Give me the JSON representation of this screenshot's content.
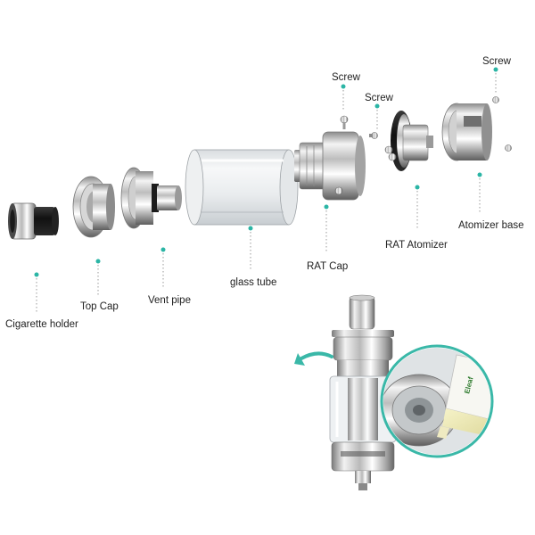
{
  "labels": {
    "cigarette_holder": "Cigarette holder",
    "top_cap": "Top  Cap",
    "vent_pipe": "Vent pipe",
    "glass_tube": "glass tube",
    "rat_cap": "RAT Cap",
    "rat_atomizer": "RAT Atomizer",
    "atomizer_base": "Atomizer base",
    "screw_1": "Screw",
    "screw_2": "Screw",
    "screw_3": "Screw"
  },
  "inset_brand_text": "Eleaf",
  "colors": {
    "accent_dot": "#2bb5a5",
    "metal_light": "#f2f2f2",
    "metal_dark": "#7a7a7a",
    "rotate_arrow": "#3ab8a8",
    "text": "#222222"
  },
  "icons": [
    "rotate-arrow-icon"
  ]
}
